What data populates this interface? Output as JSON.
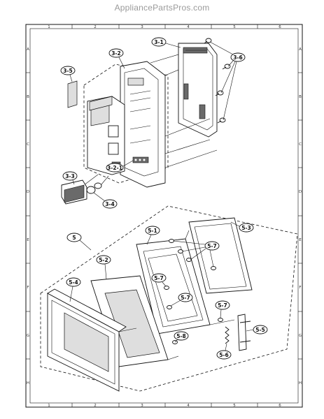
{
  "watermark": "AppliancePartsPros.com",
  "grid": {
    "columns": [
      "1",
      "2",
      "3",
      "4",
      "5",
      "6"
    ],
    "rows": [
      "A",
      "B",
      "C",
      "D",
      "E",
      "F",
      "G",
      "H"
    ]
  },
  "callouts": {
    "c3_1": "3-1",
    "c3_2": "3-2",
    "c3_6": "3-6",
    "c3_5": "3-5",
    "c3_2_1": "3-2-1",
    "c3_3": "3-3",
    "c3_4": "3-4",
    "c5": "5",
    "c5_1": "5-1",
    "c5_3": "5-3",
    "c5_2": "5-2",
    "c5_7a": "5-7",
    "c5_7b": "5-7",
    "c5_7c": "5-7",
    "c5_7d": "5-7",
    "c5_4": "5-4",
    "c5_5": "5-5",
    "c5_8": "5-8",
    "c5_6": "5-6"
  }
}
